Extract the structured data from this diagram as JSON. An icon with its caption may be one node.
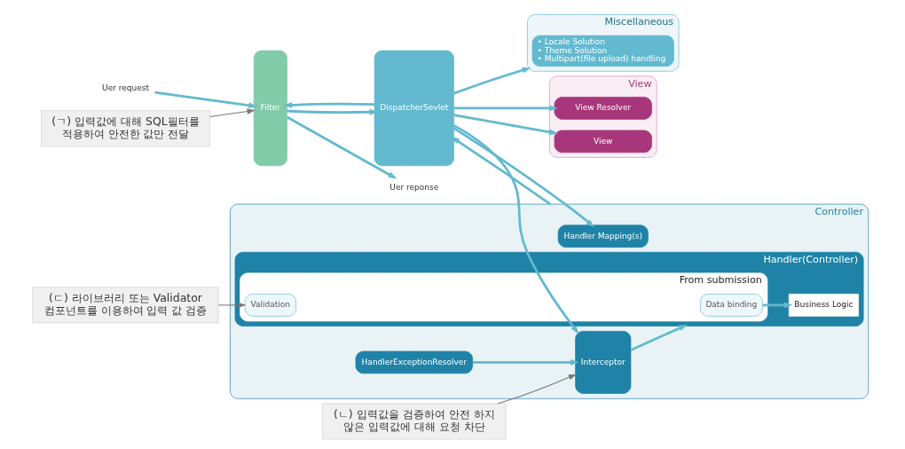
{
  "diagram": {
    "nodes": [
      {
        "text": [
          "Uer request"
        ]
      },
      {
        "text": [
          "Filter"
        ]
      },
      {
        "text": [
          "DispatcherSevlet"
        ]
      },
      {
        "text": [
          "Miscellaneous"
        ]
      },
      {
        "text": [
          "• Locale Solution",
          "• Theme Solution",
          "• Multipart(file upload) handling"
        ],
        "in": 3
      },
      {
        "text": [
          "Controller"
        ]
      },
      {
        "text": [
          "Handler Mapping(s)"
        ],
        "in": 5
      },
      {
        "text": [
          "Interceptor"
        ],
        "in": 5
      },
      {
        "text": [
          "Handler(Controller)"
        ],
        "in": 5
      },
      {
        "text": [
          "From submission"
        ],
        "in": 8
      },
      {
        "text": [
          "Data binding"
        ],
        "in": 9
      },
      {
        "text": [
          "Validation"
        ],
        "in": 9
      },
      {
        "text": [
          "Business Logic"
        ],
        "in": 8
      },
      {
        "text": [
          "HandlerExceptionResolver"
        ],
        "in": 5
      },
      {
        "text": [
          "View"
        ]
      },
      {
        "text": [
          "View Resolver"
        ],
        "in": 14
      },
      {
        "text": [
          "View"
        ],
        "in": 14
      },
      {
        "text": [
          "Uer reponse"
        ]
      },
      {
        "text": [
          "(ㄱ) 입력값에 대해 SQL필터를 적용하여 안전한 값만 전달"
        ]
      },
      {
        "text": [
          "(ㄴ) 입력값을 검증하여 안전 하지 않은 입력값에 대해 요청 차단"
        ]
      },
      {
        "text": [
          "(ㄷ) 라이브러리 또는 Validator 컴포넌트를 이용하여 입력 값 검증"
        ]
      }
    ],
    "edges": [
      {
        "from": 0,
        "to": 1,
        "arrow": "to"
      },
      {
        "from": 1,
        "to": 2,
        "arrow": "to"
      },
      {
        "from": 2,
        "to": 3,
        "arrow": "to"
      },
      {
        "from": 2,
        "to": 6,
        "arrow": "to"
      },
      {
        "from": 2,
        "to": 7,
        "arrow": "to"
      },
      {
        "from": 7,
        "to": 8,
        "arrow": "to"
      },
      {
        "from": 10,
        "to": 12,
        "arrow": "to"
      },
      {
        "from": 13,
        "to": 7,
        "arrow": "to"
      },
      {
        "from": 5,
        "to": 2,
        "arrow": "to"
      },
      {
        "from": 2,
        "to": 15,
        "arrow": "to"
      },
      {
        "from": 2,
        "to": 16,
        "arrow": "to"
      },
      {
        "from": 2,
        "to": 1,
        "arrow": "to"
      },
      {
        "from": 1,
        "to": 17,
        "arrow": "to"
      },
      {
        "from": 18,
        "to": 1,
        "arrow": "to",
        "color": "#777777"
      },
      {
        "from": 19,
        "to": 7,
        "arrow": "to",
        "color": "#777777"
      },
      {
        "from": 20,
        "to": 11,
        "arrow": "to",
        "color": "#777777"
      }
    ]
  }
}
